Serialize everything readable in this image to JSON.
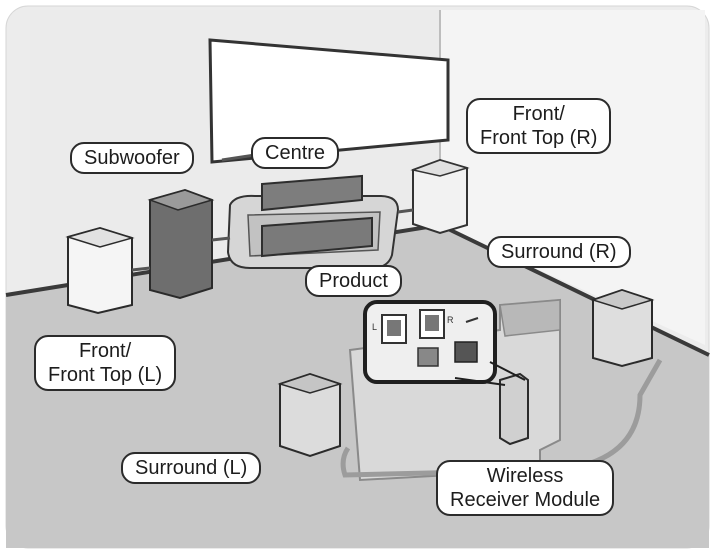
{
  "labels": {
    "subwoofer": "Subwoofer",
    "centre": "Centre",
    "front_right_line1": "Front/",
    "front_right_line2": "Front Top (R)",
    "surround_right": "Surround (R)",
    "product": "Product",
    "front_left_line1": "Front/",
    "front_left_line2": "Front Top (L)",
    "surround_left": "Surround (L)",
    "wireless_line1": "Wireless",
    "wireless_line2": "Receiver Module"
  },
  "inset": {
    "left_port_letter": "L",
    "right_port_letter": "R"
  },
  "colors": {
    "wall": "#e9e9e9",
    "floor": "#c6c6c6",
    "cable": "#9c9c9c",
    "outline": "#2b2b2b"
  }
}
